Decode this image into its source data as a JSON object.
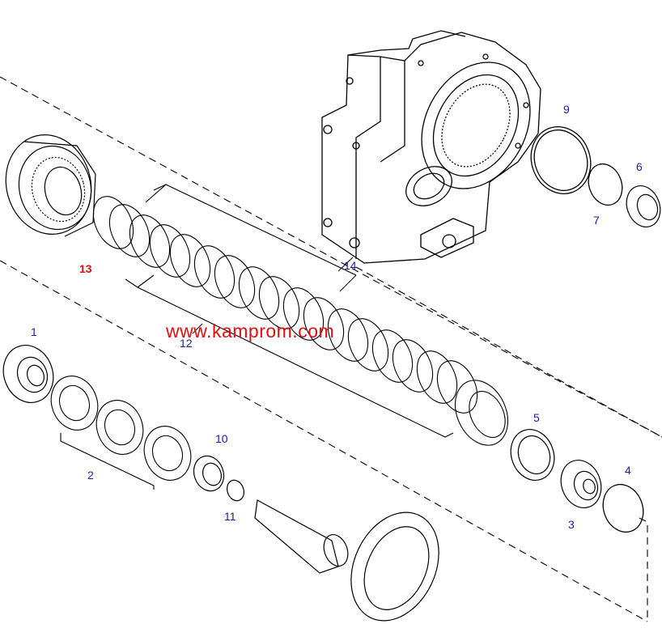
{
  "diagram": {
    "watermark": "www.kamprom.com",
    "colors": {
      "line": "#000000",
      "label": "#1a1aa8",
      "highlight": "#e01010"
    },
    "callouts": [
      {
        "id": "1",
        "text": "1"
      },
      {
        "id": "2",
        "text": "2"
      },
      {
        "id": "3",
        "text": "3"
      },
      {
        "id": "4",
        "text": "4"
      },
      {
        "id": "5",
        "text": "5"
      },
      {
        "id": "6",
        "text": "6"
      },
      {
        "id": "7",
        "text": "7"
      },
      {
        "id": "9",
        "text": "9"
      },
      {
        "id": "10",
        "text": "10"
      },
      {
        "id": "11",
        "text": "11"
      },
      {
        "id": "12",
        "text": "12"
      },
      {
        "id": "13",
        "text": "13"
      },
      {
        "id": "14",
        "text": "14"
      }
    ]
  }
}
